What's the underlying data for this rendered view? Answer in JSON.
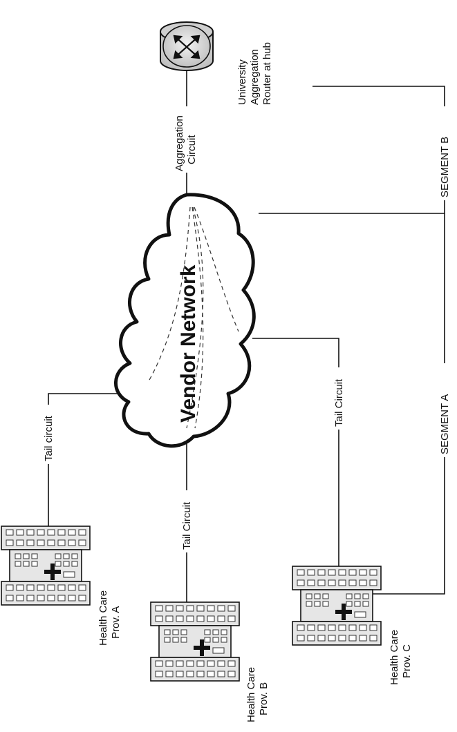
{
  "cloud": {
    "label": "Vendor Network"
  },
  "router": {
    "label_lines": [
      "University",
      "Aggregation",
      "Router at hub"
    ]
  },
  "aggregation": {
    "label_lines": [
      "Aggregation",
      "Circuit"
    ]
  },
  "segments": {
    "a": "SEGMENT A",
    "b": "SEGMENT B"
  },
  "tails": {
    "a": "Tail circuit",
    "b": "Tail Circuit",
    "c": "Tail Circuit"
  },
  "providers": {
    "a": [
      "Health Care",
      "Prov. A"
    ],
    "b": [
      "Health Care",
      "Prov. B"
    ],
    "c": [
      "Health Care",
      "Prov. C"
    ]
  },
  "colors": {
    "line": "#111111",
    "building_fill": "#e6e6e6",
    "router_fill": "#d9d9d9"
  }
}
